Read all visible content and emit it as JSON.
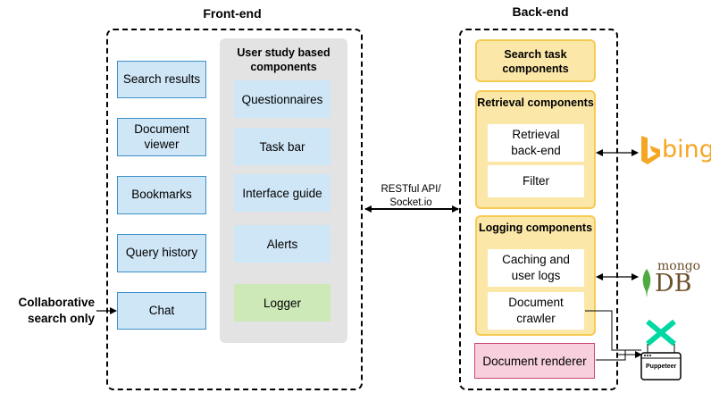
{
  "frontend": {
    "title": "Front-end",
    "left_items": [
      "Search results",
      "Document viewer",
      "Bookmarks",
      "Query history",
      "Chat"
    ],
    "user_study": {
      "title": "User study based components",
      "items": [
        "Questionnaires",
        "Task bar",
        "Interface guide",
        "Alerts"
      ],
      "logger": "Logger"
    },
    "collab_label": "Collaborative search only"
  },
  "api_label": "RESTful API/ Socket.io",
  "backend": {
    "title": "Back-end",
    "search_task": "Search task components",
    "retrieval": {
      "title": "Retrieval components",
      "items": [
        "Retrieval back-end",
        "Filter"
      ]
    },
    "logging": {
      "title": "Logging components",
      "items": [
        "Caching and user logs",
        "Document crawler"
      ]
    },
    "renderer": "Document renderer"
  },
  "external": {
    "bing": "bing",
    "mongo_top": "mongo",
    "mongo_bottom": "DB",
    "puppeteer": "Puppeteer"
  },
  "colors": {
    "blue_fill": "#cfe6f6",
    "blue_border": "#3c91c9",
    "yellow_fill": "#fbe7a7",
    "yellow_border": "#f6cb54",
    "pink_fill": "#f8cfdd",
    "green_fill": "#cde9b8",
    "bing": "#f5a623",
    "mongo_leaf": "#4faa41",
    "puppeteer": "#00d8a2"
  }
}
